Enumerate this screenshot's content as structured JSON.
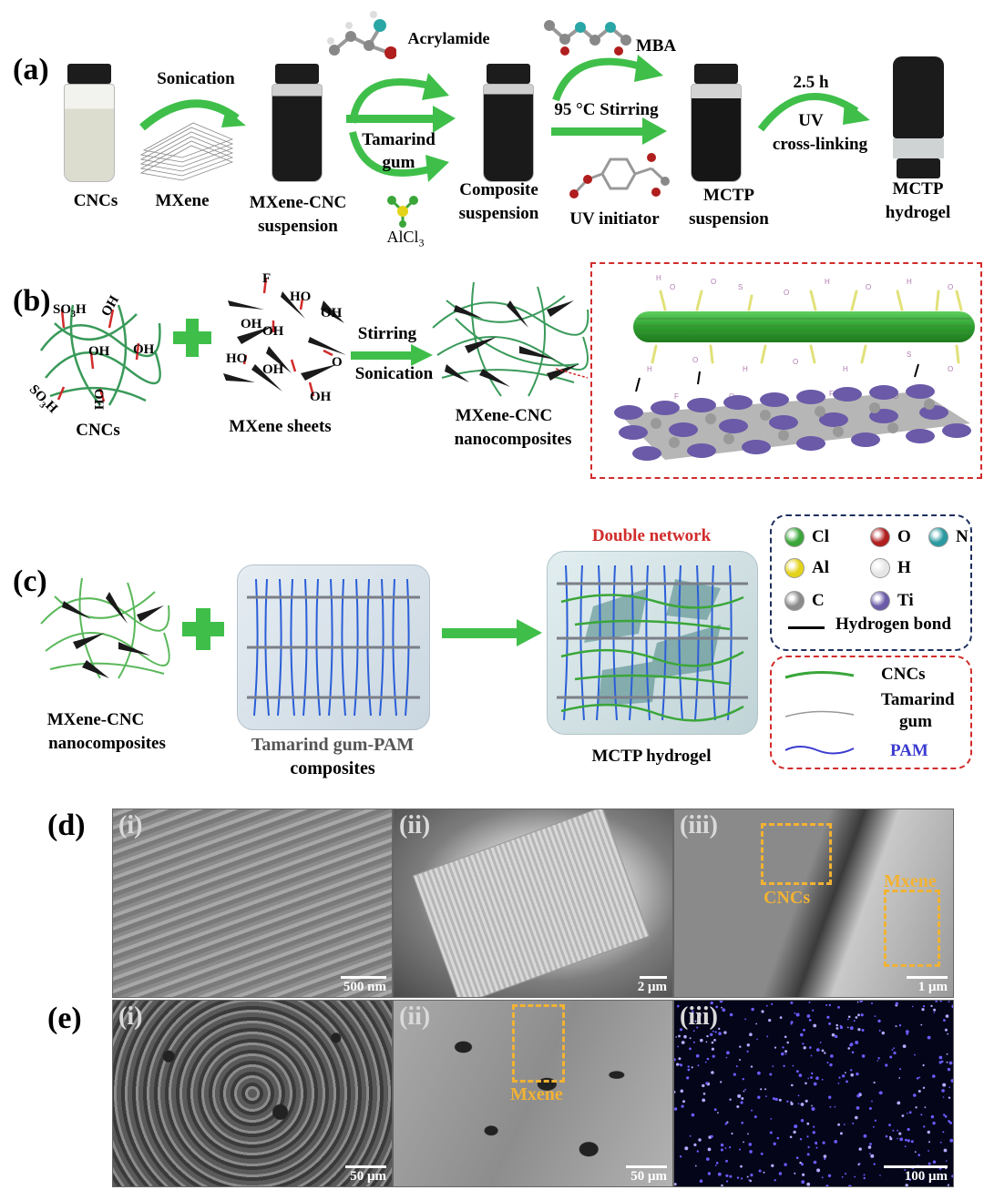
{
  "panels": {
    "a": "(a)",
    "b": "(b)",
    "c": "(c)",
    "d": "(d)",
    "e": "(e)"
  },
  "a": {
    "cncs": "CNCs",
    "mxene": "MXene",
    "mxcnc_1": "MXene-CNC",
    "mxcnc_2": "suspension",
    "sonication": "Sonication",
    "acrylamide": "Acrylamide",
    "tamarind_1": "Tamarind",
    "tamarind_2": "gum",
    "alcl3": "AlCl",
    "alcl3_sub": "3",
    "composite_1": "Composite",
    "composite_2": "suspension",
    "mba": "MBA",
    "stirring": "95 °C Stirring",
    "uv_initiator": "UV initiator",
    "mctp_s_1": "MCTP",
    "mctp_s_2": "suspension",
    "time": "2.5 h",
    "uv": "UV",
    "crosslinking": "cross-linking",
    "mctp_h_1": "MCTP",
    "mctp_h_2": "hydrogel"
  },
  "b": {
    "so3h": "SO",
    "so3h_sub": "3",
    "so3h_h": "H",
    "oh": "OH",
    "ho": "HO",
    "f": "F",
    "o": "O",
    "cncs": "CNCs",
    "mxene_sheets": "MXene sheets",
    "stirring": "Stirring",
    "sonication": "Sonication",
    "nano_1": "MXene-CNC",
    "nano_2": "nanocomposites",
    "atom_h": "H",
    "atom_o": "O",
    "atom_s": "S",
    "atom_f": "F"
  },
  "c": {
    "nano_1": "MXene-CNC",
    "nano_2": "nanocomposites",
    "tg_1": "Tamarind gum-PAM",
    "tg_2": "composites",
    "double": "Double network",
    "mctp": "MCTP hydrogel",
    "legend_atoms": [
      {
        "symbol": "Cl",
        "color": "#3aa63a"
      },
      {
        "symbol": "O",
        "color": "#b01e1e"
      },
      {
        "symbol": "N",
        "color": "#2b9aa0"
      },
      {
        "symbol": "Al",
        "color": "#e3d21a"
      },
      {
        "symbol": "H",
        "color": "#e6e6e6"
      },
      {
        "symbol": "C",
        "color": "#8c8c8c"
      },
      {
        "symbol": "Ti",
        "color": "#6a5aa8"
      }
    ],
    "hbond": "Hydrogen bond",
    "cncs": "CNCs",
    "tamarind_1": "Tamarind",
    "tamarind_2": "gum",
    "pam": "PAM"
  },
  "d": {
    "i": "(i)",
    "ii": "(ii)",
    "iii": "(iii)",
    "scale_i": "500 nm",
    "scale_ii": "2 μm",
    "scale_iii": "1 μm",
    "cncs": "CNCs",
    "mxene": "Mxene"
  },
  "e": {
    "i": "(i)",
    "ii": "(ii)",
    "iii": "(iii)",
    "scale_i": "50 μm",
    "scale_ii": "50 μm",
    "scale_iii": "100 μm",
    "mxene": "Mxene"
  },
  "colors": {
    "arrow": "#3fbf4a",
    "red_dash": "#d22b2b",
    "navy_dash": "#1e2f5e",
    "orange": "#f2b233",
    "pam": "#3b3bd0"
  }
}
